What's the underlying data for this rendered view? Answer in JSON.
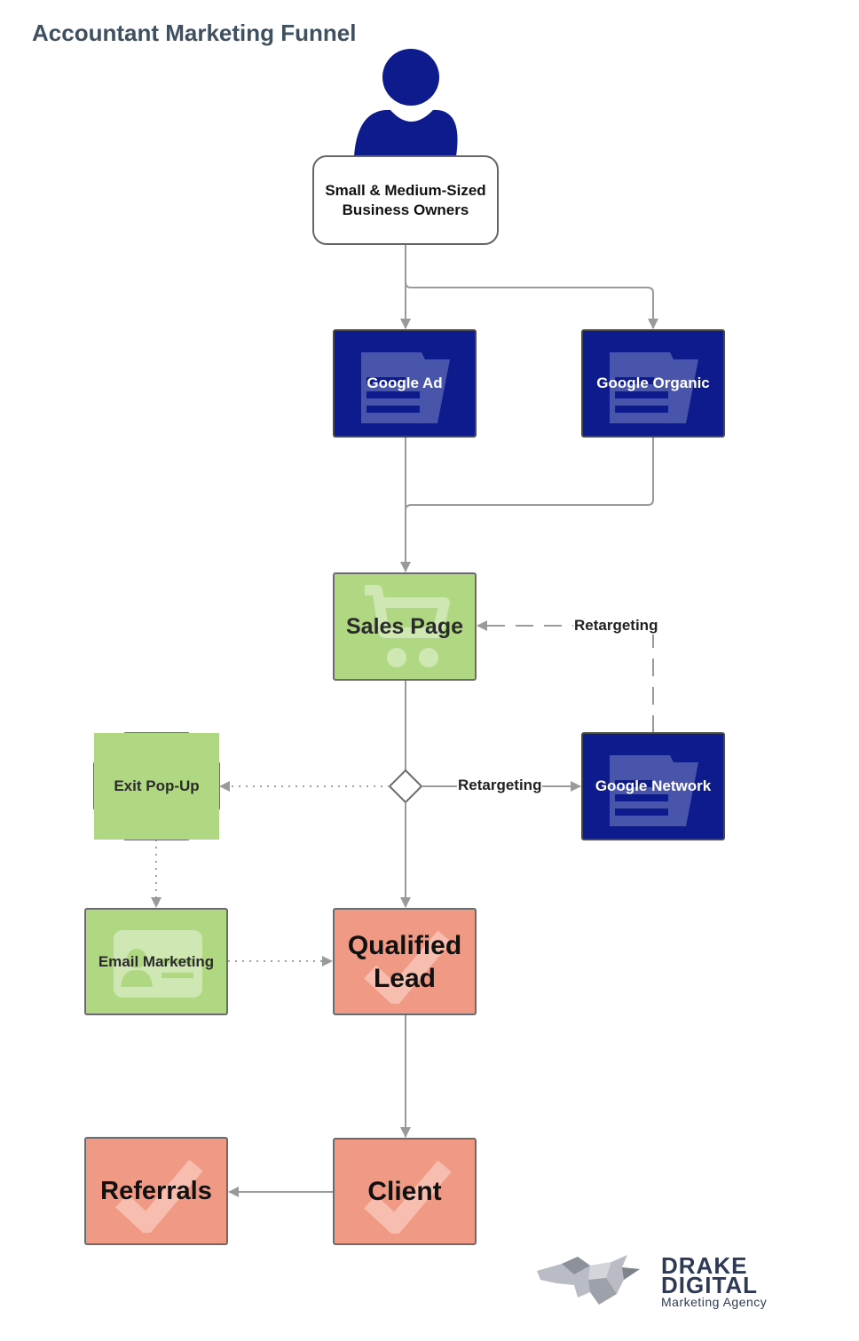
{
  "title": "Accountant Marketing Funnel",
  "nodes": {
    "audience": "Small & Medium-Sized Business Owners",
    "google_ad": "Google Ad",
    "google_organic": "Google Organic",
    "sales_page": "Sales Page",
    "exit_popup": "Exit Pop-Up",
    "google_network": "Google Network",
    "email_marketing": "Email Marketing",
    "qualified_lead": "Qualified Lead",
    "client": "Client",
    "referrals": "Referrals"
  },
  "edge_labels": {
    "retargeting_top": "Retargeting",
    "retargeting_mid": "Retargeting"
  },
  "brand": {
    "line1": "DRAKE",
    "line2": "DIGITAL",
    "tagline": "Marketing Agency"
  },
  "colors": {
    "navy": "#0d1b8c",
    "green": "#b0d883",
    "salmon": "#f09a85",
    "connector": "#9a9a9a",
    "title": "#3f5061"
  },
  "icons": [
    "person-icon",
    "document-icon",
    "shopping-cart-icon",
    "contact-card-icon",
    "checkmark-icon",
    "dragon-logo-icon"
  ]
}
